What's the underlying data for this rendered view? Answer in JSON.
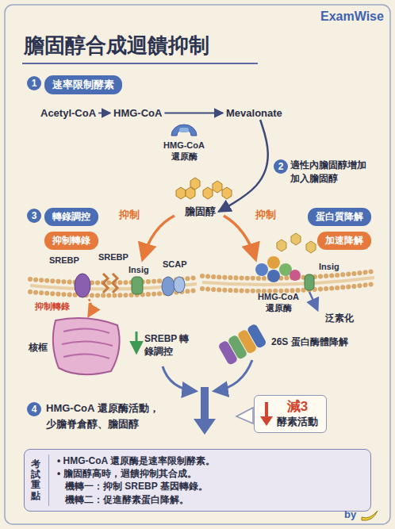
{
  "diagram": {
    "title": "膽固醇合成迴饋抑制",
    "nodes": [
      {
        "text": [
          "速率限制酵素"
        ]
      },
      {
        "text": [
          "Acetyl-CoA"
        ]
      },
      {
        "text": [
          "HMG-CoA"
        ]
      },
      {
        "text": [
          "Mevalonate"
        ]
      },
      {
        "text": [
          "HMG-CoA 還原酶"
        ]
      },
      {
        "text": [
          "適性內膽固醇增加 加入膽固醇"
        ]
      },
      {
        "text": [
          "膽固醇"
        ]
      },
      {
        "text": [
          "轉錄調控"
        ]
      },
      {
        "text": [
          "抑制轉錄"
        ]
      },
      {
        "text": [
          "蛋白質降解"
        ]
      },
      {
        "text": [
          "加速降解"
        ]
      },
      {
        "text": [
          "SREBP 轉錄調控"
        ]
      },
      {
        "text": [
          "26S 蛋白酶體降解"
        ]
      },
      {
        "text": [
          "HMG-CoA 還原酶活動， 少膽脊倉醇、膽固醇"
        ]
      },
      {
        "text": [
          "減3",
          "酵素活動"
        ]
      },
      {
        "text": [
          "考試重點",
          "• HMG-CoA 還原酶是速率限制酵素。",
          "• 膽固醇高時，迴饋抑制其合成。",
          "機轉一：抑制 SREBP 基因轉錄。",
          "機轉二：促進酵素蛋白降解。"
        ]
      }
    ],
    "edges": [
      {
        "from": 1,
        "to": 2,
        "arrow": "to"
      },
      {
        "from": 2,
        "to": 3,
        "arrow": "to"
      },
      {
        "from": 3,
        "to": 6,
        "arrow": "to"
      }
    ],
    "labels": [
      "ExamWise",
      "1",
      "2",
      "3",
      "4",
      "抑制",
      "抑制",
      "SREBP",
      "SREBP",
      "Insig",
      "SCAP",
      "抑制轉錄",
      "核框",
      "Insig",
      "HMG-CoA 還原酶",
      "泛素化",
      "by"
    ]
  }
}
